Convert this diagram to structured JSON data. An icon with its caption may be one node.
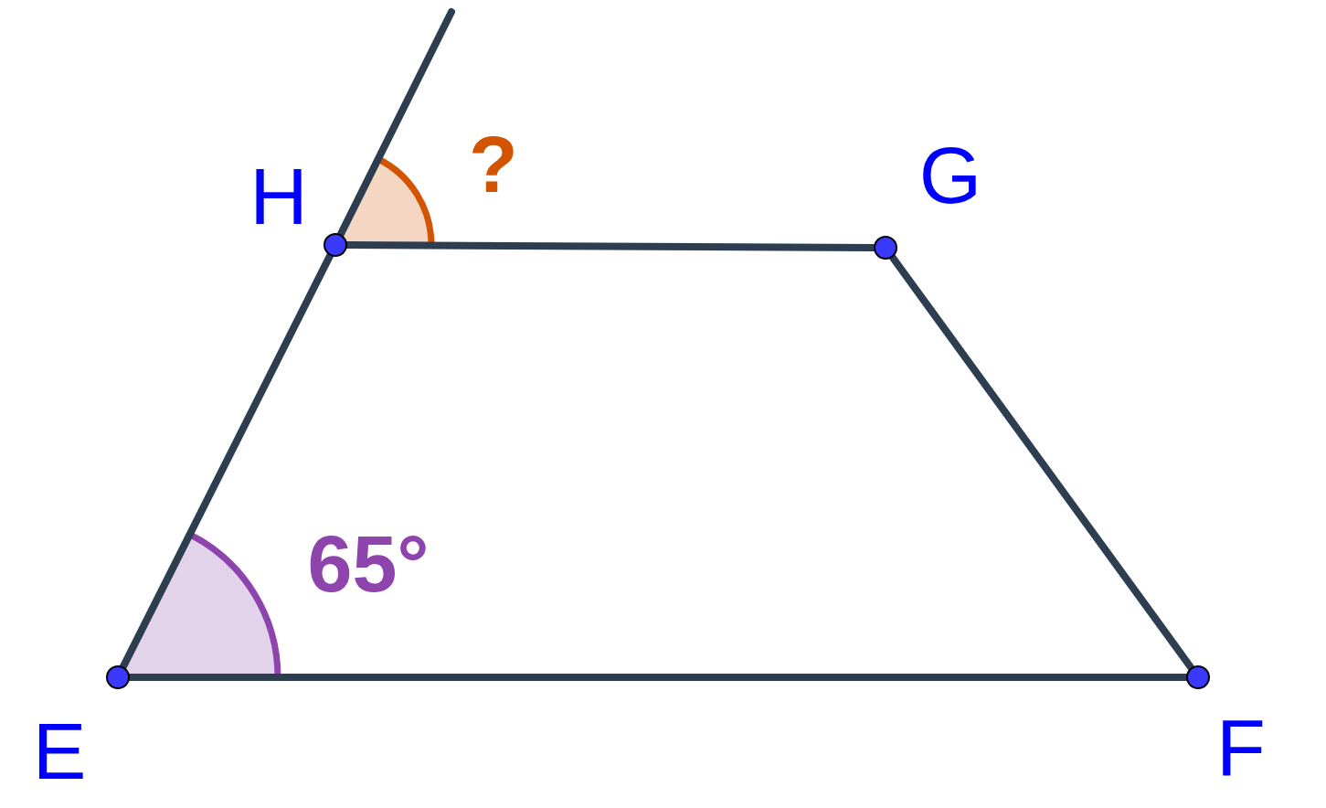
{
  "diagram": {
    "nodes": [
      {
        "text": [],
        "shape": "circle",
        "beside": [
          "H"
        ]
      },
      {
        "text": [],
        "shape": "circle",
        "beside": [
          "G"
        ]
      },
      {
        "text": [],
        "shape": "circle",
        "beside": [
          "E"
        ]
      },
      {
        "text": [],
        "shape": "circle",
        "beside": [
          "F"
        ]
      }
    ],
    "edges": [
      {
        "from": 2,
        "to": 0,
        "arrow": "none"
      },
      {
        "from": 0,
        "to": 1,
        "arrow": "none"
      },
      {
        "from": 1,
        "to": 3,
        "arrow": "none"
      },
      {
        "from": 3,
        "to": 2,
        "arrow": "none"
      },
      {
        "from": 0,
        "to": null,
        "arrow": "none"
      }
    ],
    "labels": [
      "?",
      "65°"
    ]
  }
}
